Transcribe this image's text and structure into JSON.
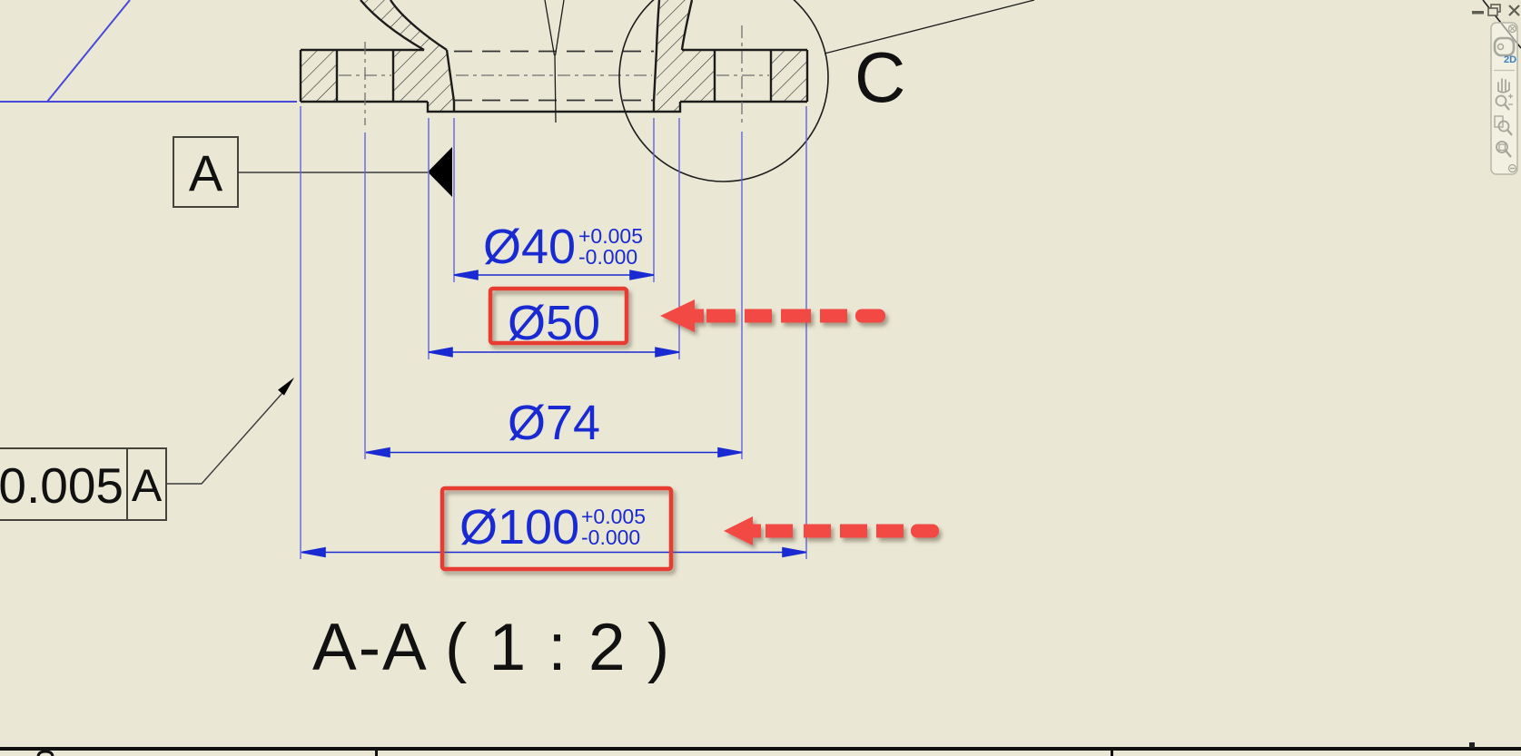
{
  "window": {
    "background_color": "#eae8d5",
    "controls": {
      "minimize": "minimize",
      "restore": "restore",
      "close": "close"
    }
  },
  "navigation_bar": {
    "close_label": "close",
    "wheel_badge": "2D",
    "tools": [
      {
        "name": "navigation-wheel-2d",
        "label": "2D Navigation Wheel"
      },
      {
        "name": "pan",
        "label": "Pan"
      },
      {
        "name": "zoom",
        "label": "Zoom"
      },
      {
        "name": "zoom-window",
        "label": "Zoom Window"
      },
      {
        "name": "zoom-all",
        "label": "Zoom All"
      }
    ],
    "collapse_label": "collapse"
  },
  "drawing": {
    "view_label": "A-A ( 1 : 2 )",
    "detail_label": "C",
    "datum": {
      "label": "A"
    },
    "feature_control_frame": {
      "tolerance": "0.005",
      "datum_ref": "A"
    },
    "dimensions": {
      "d40": {
        "value": "Ø40",
        "tol_upper": "+0.005",
        "tol_lower": "-0.000"
      },
      "d50": {
        "value": "Ø50"
      },
      "d74": {
        "value": "Ø74"
      },
      "d100": {
        "value": "Ø100",
        "tol_upper": "+0.005",
        "tol_lower": "-0.000"
      }
    },
    "highlighted_dimensions": [
      "Ø50",
      "Ø100"
    ]
  },
  "colors": {
    "dimension_blue": "#1a2ad2",
    "extension_blue": "#6262e2",
    "construction_blue": "#4747d8",
    "highlight_red": "#e83a33",
    "arrow_red": "#f24a44",
    "line_black": "#1c1c1c",
    "centerline_gray": "#6f6f6f",
    "background": "#eae8d5"
  }
}
